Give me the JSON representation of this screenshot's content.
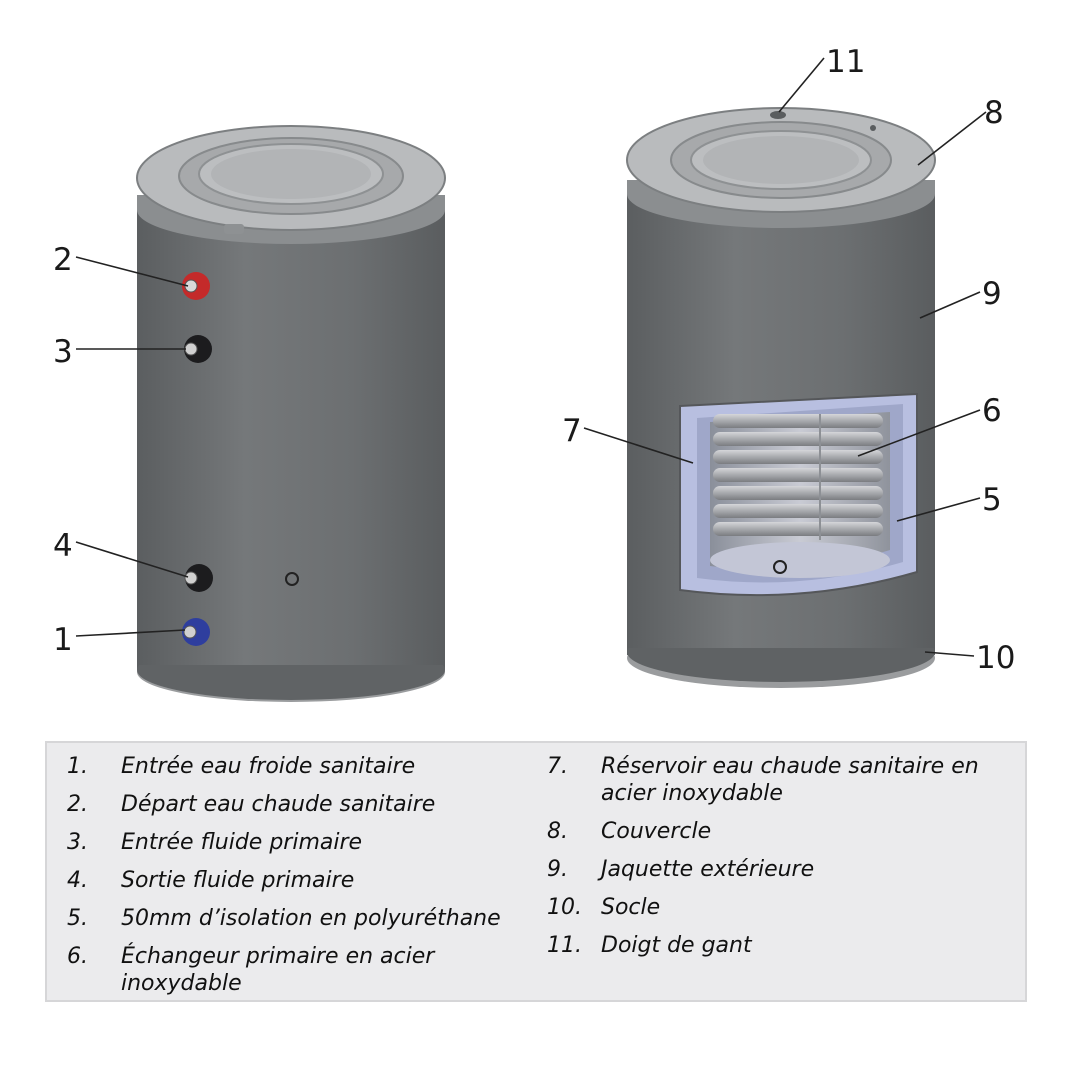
{
  "callouts": [
    "1",
    "2",
    "3",
    "4",
    "5",
    "6",
    "7",
    "8",
    "9",
    "10",
    "11"
  ],
  "legend": {
    "left": [
      {
        "num": "1.",
        "text": "Entrée eau froide sanitaire"
      },
      {
        "num": "2.",
        "text": "Départ eau chaude sanitaire"
      },
      {
        "num": "3.",
        "text": "Entrée fluide primaire"
      },
      {
        "num": "4.",
        "text": "Sortie fluide primaire"
      },
      {
        "num": "5.",
        "text": "50mm d’isolation en polyuréthane"
      },
      {
        "num": "6.",
        "text": "Échangeur primaire en acier inoxydable"
      }
    ],
    "right": [
      {
        "num": "7.",
        "text": "Réservoir eau chaude sanitaire en acier inoxydable"
      },
      {
        "num": "8.",
        "text": "Couvercle"
      },
      {
        "num": "9.",
        "text": "Jaquette extérieure"
      },
      {
        "num": "10.",
        "text": "Socle"
      },
      {
        "num": "11.",
        "text": "Doigt de gant"
      }
    ]
  },
  "colors": {
    "tank_body": "#6e7173",
    "lid": "#b9bbbd",
    "hot_connector": "#c42a2a",
    "cold_connector": "#2e3e9e",
    "insulation": "#b8bfe0",
    "legend_bg": "#ebebed"
  }
}
